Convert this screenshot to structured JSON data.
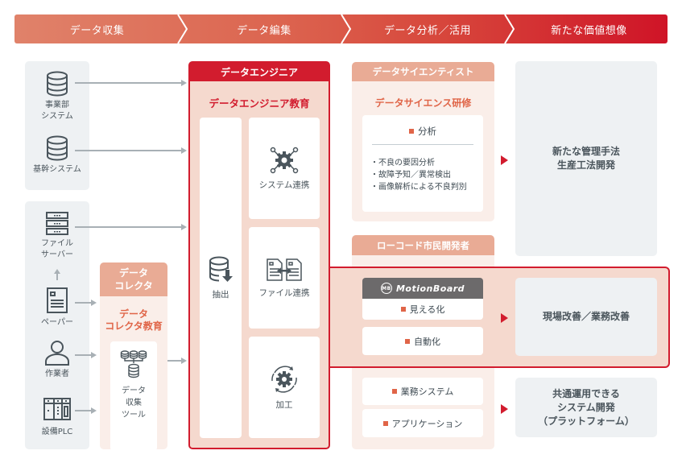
{
  "stages": [
    {
      "label": "データ収集"
    },
    {
      "label": "データ編集"
    },
    {
      "label": "データ分析／活用"
    },
    {
      "label": "新たな価値想像"
    }
  ],
  "sources": {
    "top_group": [
      {
        "label_line1": "事業部",
        "label_line2": "システム",
        "icon": "database-icon"
      },
      {
        "label_line1": "基幹システム",
        "icon": "database-icon"
      }
    ],
    "bottom_group": [
      {
        "label_line1": "ファイル",
        "label_line2": "サーバー",
        "icon": "server-icon"
      },
      {
        "label_line1": "ペーパー",
        "icon": "document-icon"
      },
      {
        "label_line1": "作業者",
        "icon": "person-icon"
      },
      {
        "label_line1": "設備PLC",
        "icon": "plc-icon"
      }
    ]
  },
  "collector": {
    "head_line1": "データ",
    "head_line2": "コレクタ",
    "edu_line1": "データ",
    "edu_line2": "コレクタ教育",
    "tool_line1": "データ",
    "tool_line2": "収集",
    "tool_line3": "ツール"
  },
  "engineer": {
    "head": "データエンジニア",
    "edu": "データエンジニア教育",
    "extract": "抽出",
    "system_link": "システム連携",
    "file_link": "ファイル連携",
    "processing": "加工"
  },
  "scientist": {
    "head": "データサイエンティスト",
    "edu": "データサイエンス研修",
    "card_title": "分析",
    "items": [
      "不良の要因分析",
      "故障予知／異常検出",
      "画像解析による不良判別"
    ]
  },
  "lowcode": {
    "head": "ローコード市民開発者",
    "motionboard_logo": "MB",
    "motionboard": "MotionBoard",
    "items": [
      "見える化",
      "自動化"
    ],
    "bottom_items": [
      "業務システム",
      "アプリケーション"
    ]
  },
  "outcomes": [
    {
      "line1": "新たな管理手法",
      "line2": "生産工法開発"
    },
    {
      "line1": "現場改善／業務改善"
    },
    {
      "line1": "共通運用できる",
      "line2": "システム開発",
      "line3": "（プラットフォーム）"
    }
  ],
  "colors": {
    "accent_red": "#d21c2e",
    "salmon": "#e9ab95",
    "salmon_light": "#faeee9",
    "pink_band": "#f5d9ce",
    "gray_panel": "#eef1f3",
    "icon_dark": "#4a555c"
  }
}
